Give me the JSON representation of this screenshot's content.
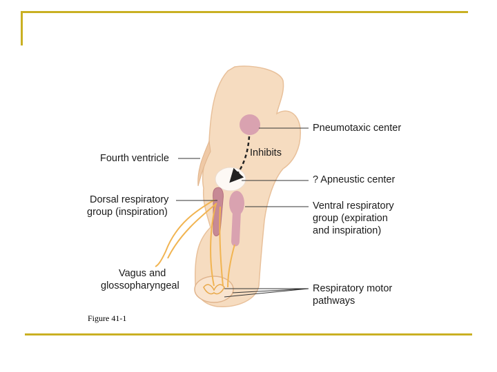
{
  "colors": {
    "accent": "#c9b022",
    "brainstem": "#f6dcc0",
    "brainstem_edge": "#e8c09a",
    "nucleus_pink": "#d9a2b0",
    "nerve": "#f1b451"
  },
  "labels": {
    "pneumotaxic": "Pneumotaxic center",
    "inhibits": "Inhibits",
    "fourth_ventricle": "Fourth ventricle",
    "apneustic": "? Apneustic center",
    "dorsal_line1": "Dorsal respiratory",
    "dorsal_line2": "group (inspiration)",
    "ventral_line1": "Ventral respiratory",
    "ventral_line2": "group (expiration",
    "ventral_line3": "and inspiration)",
    "vagus_line1": "Vagus and",
    "vagus_line2": "glossopharyngeal",
    "motor_line1": "Respiratory motor",
    "motor_line2": "pathways"
  },
  "caption": "Figure 41-1"
}
